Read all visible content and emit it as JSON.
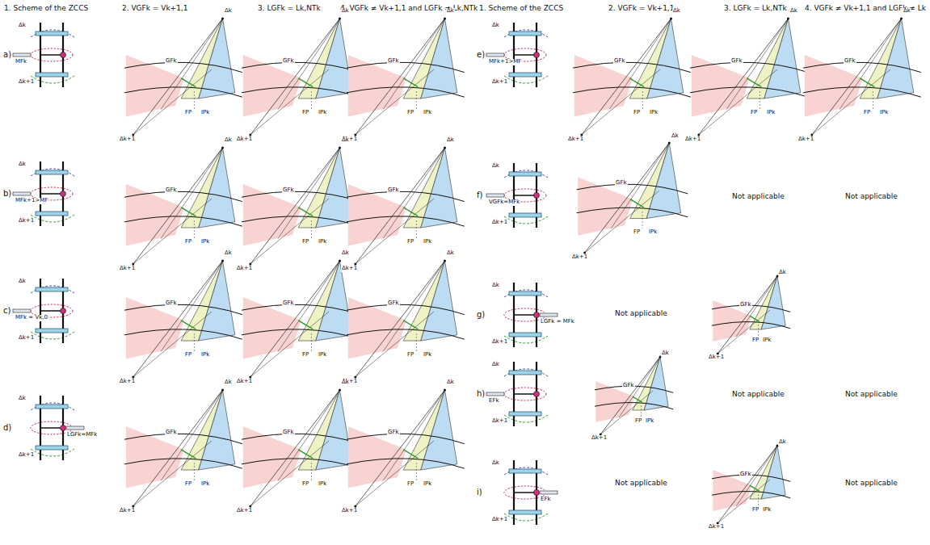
{
  "diagram": {
    "labels": [
      "1. Scheme of the ZCCS",
      "2. VGFk = Vk+1,1",
      "3. LGFk = Lk,NTk",
      "4. VGFk ≠ Vk+1,1 and LGFk ≠ Lk,NTk",
      "1. Scheme of the ZCCS",
      "2. VGFk = Vk+1,1",
      "3. LGFk = Lk,NTk",
      "4. VGFk ≠ Vk+1,1 and LGFk ≠ Lk",
      "a)",
      "b)",
      "c)",
      "d)",
      "e)",
      "f)",
      "g)",
      "h)",
      "i)",
      "MFk",
      "MFk+1>MF",
      "MFk = Vk,0",
      "LGFk=MFk",
      "MFk+1>MF",
      "VGFk=MFk",
      "LGFk = MFk",
      "EFk",
      "EFk",
      "Not applicable",
      "Not applicable",
      "Not applicable",
      "Not applicable",
      "Not applicable",
      "Not applicable",
      "Not applicable",
      "Δk",
      "Δk+1",
      "FP",
      "IPk",
      "GFk",
      "Δk",
      "Δk+1",
      "FP",
      "IPk",
      "GFk",
      "Δk",
      "Δk+1",
      "FP",
      "IPk",
      "GFk",
      "Δk",
      "Δk+1",
      "FP",
      "IPk",
      "GFk",
      "Δk",
      "Δk+1",
      "FP",
      "IPk",
      "GFk",
      "Δk",
      "Δk+1",
      "FP",
      "IPk",
      "GFk",
      "Δk",
      "Δk+1",
      "FP",
      "IPk",
      "GFk",
      "Δk",
      "Δk+1",
      "FP",
      "IPk",
      "GFk",
      "Δk",
      "Δk+1",
      "FP",
      "IPk",
      "GFk",
      "Δk",
      "Δk+1",
      "FP",
      "IPk",
      "GFk",
      "Δk",
      "Δk+1",
      "FP",
      "IPk",
      "GFk",
      "Δk",
      "Δk+1",
      "FP",
      "IPk",
      "GFk",
      "Δk",
      "Δk+1",
      "FP",
      "IPk",
      "GFk",
      "Δk",
      "Δk+1",
      "FP",
      "IPk",
      "GFk",
      "Δk",
      "Δk+1",
      "FP",
      "IPk",
      "GFk",
      "Δk",
      "Δk+1",
      "FP",
      "IPk",
      "GFk",
      "Δk",
      "Δk+1",
      "FP",
      "IPk",
      "GFk",
      "Δk",
      "Δk+1",
      "FP",
      "IPk",
      "GFk",
      "Δk",
      "Δk+1",
      "FP",
      "IPk",
      "GFk",
      "Δk",
      "Δk+1",
      "Δk",
      "Δk+1",
      "Δk",
      "Δk+1",
      "Δk",
      "Δk+1",
      "Δk",
      "Δk+1",
      "Δk",
      "Δk+1",
      "Δk",
      "Δk+1",
      "Δk",
      "Δk+1",
      "Δk",
      "Δk+1"
    ]
  }
}
